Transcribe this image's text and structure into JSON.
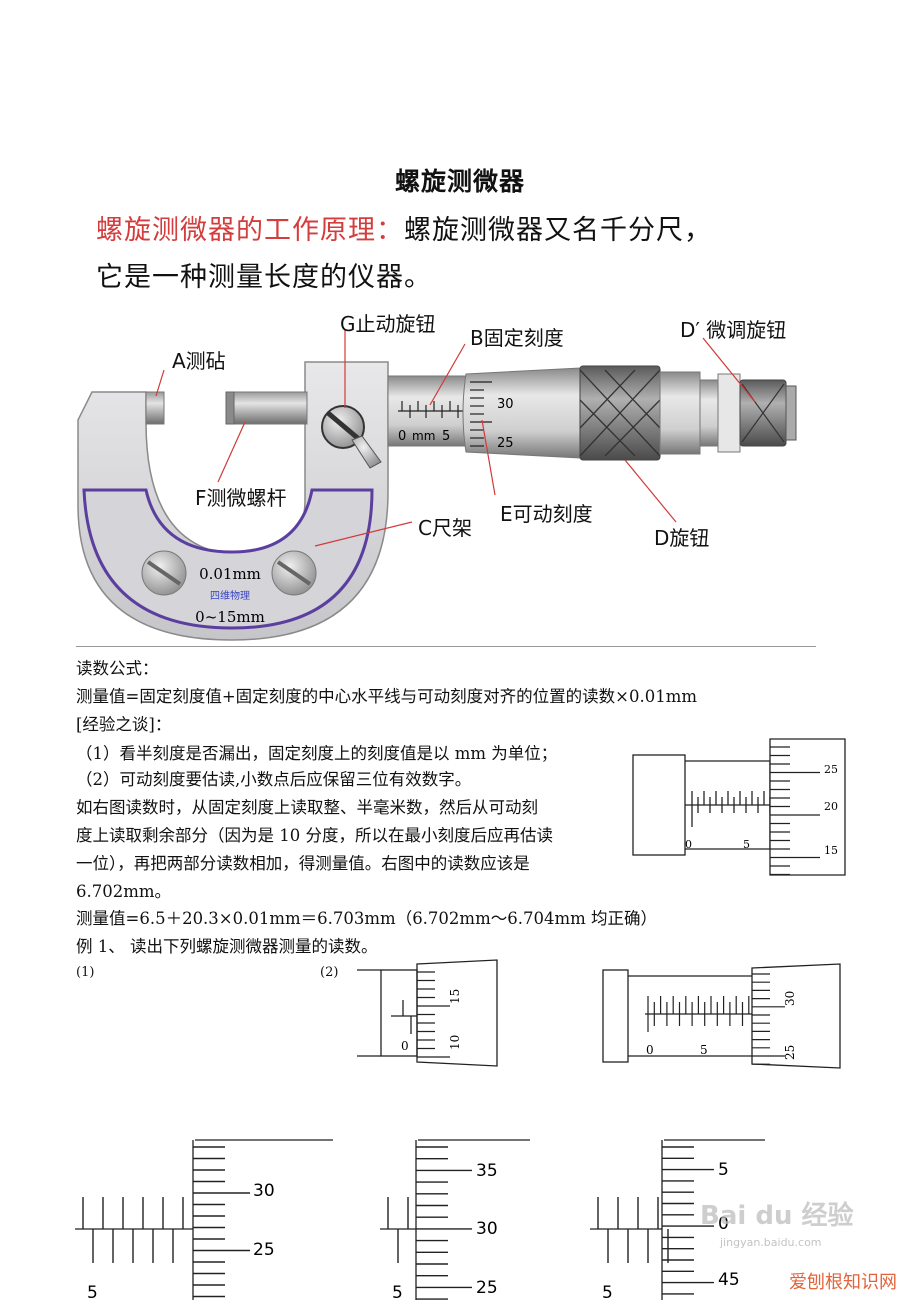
{
  "title": "螺旋测微器",
  "intro": {
    "label": "螺旋测微器的工作原理：",
    "line1_rest": "螺旋测微器又名千分尺，",
    "line2": "它是一种测量长度的仪器。"
  },
  "diagram_labels": {
    "A": "A测砧",
    "G": "G止动旋钮",
    "B": "B固定刻度",
    "D_prime": "D′  微调旋钮",
    "F": "F测微螺杆",
    "E": "E可动刻度",
    "C": "C尺架",
    "D": "D旋钮",
    "spec1": "0.01mm",
    "brand": "四维物理",
    "spec2": "0~15mm",
    "scale_zero": "0",
    "scale_mm": "mm",
    "scale_five": "5",
    "thimble_30": "30",
    "thimble_25": "25"
  },
  "body": {
    "l1": "读数公式：",
    "l2": "测量值=固定刻度值+固定刻度的中心水平线与可动刻度对齐的位置的读数×0.01mm",
    "l3": "[经验之谈]：",
    "l4": "（1）看半刻度是否漏出，固定刻度上的刻度值是以 mm 为单位；",
    "l5": "（2）可动刻度要估读,小数点后应保留三位有效数字。",
    "l6": "如右图读数时，从固定刻度上读取整、半毫米数，然后从可动刻",
    "l7": "度上读取剩余部分（因为是 10 分度，所以在最小刻度后应再估读",
    "l8": "一位），再把两部分读数相加，得测量值。右图中的读数应该是",
    "l9": "6.702mm。",
    "l10": "测量值=6.5＋20.3×0.01mm＝6.703mm（6.702mm～6.704mm 均正确）",
    "l11": "例 1、  读出下列螺旋测微器测量的读数。"
  },
  "example_scale": {
    "n25": "25",
    "n20": "20",
    "n15": "15",
    "n0": "0",
    "n5": "5"
  },
  "ex1": {
    "label": "(1)"
  },
  "ex2": {
    "label": "(2)",
    "n15": "15",
    "n10": "10",
    "n0": "0"
  },
  "ex3": {
    "n30": "30",
    "n25": "25",
    "n0": "0",
    "n5": "5"
  },
  "row2": {
    "a": {
      "n30": "30",
      "n25": "25",
      "n5": "5"
    },
    "b": {
      "n35": "35",
      "n30": "30",
      "n25": "25",
      "n5": "5"
    },
    "c": {
      "n5": "5",
      "n0": "0",
      "n45": "45",
      "n5b": "5"
    }
  },
  "watermarks": {
    "baidu": "Bai du 经验",
    "baidu_url": "jingyan.baidu.com",
    "site": "爱刨根知识网"
  }
}
